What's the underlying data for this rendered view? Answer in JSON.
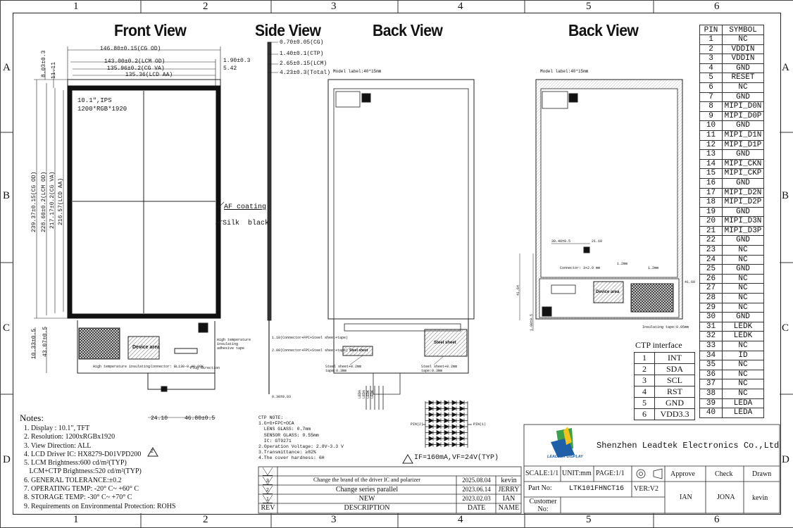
{
  "zones": {
    "columns": [
      "1",
      "2",
      "3",
      "4",
      "5",
      "6"
    ],
    "rows": [
      "A",
      "B",
      "C",
      "D"
    ]
  },
  "views": {
    "front": "Front View",
    "side": "Side View",
    "back1": "Back View",
    "back2": "Back View"
  },
  "front": {
    "dims_top": [
      "146.80±0.15(CG OD)",
      "143.00±0.2(LCM OD)",
      "135.96±0.2(CG VA)",
      "135.36(LCD AA)"
    ],
    "dims_right": [
      "1.90±0.3",
      "5.42"
    ],
    "dims_left_top": [
      "8.03±0.3",
      "11.11"
    ],
    "dims_vertical": [
      "239.37±0.15(CG OD)",
      "228.60±0.2(LCM OD)",
      "217.17±0.2(CG VA)",
      "216.57(LCD AA)"
    ],
    "panel_spec": [
      "10.1\",IPS",
      "1200*RGB*1920"
    ],
    "callouts": [
      "AF coating",
      "Silk  black"
    ],
    "dims_bottom_left": [
      "10.33±0.5",
      "43.07±0.5"
    ],
    "device_area": "Device area",
    "bottom_labels": [
      "High temperature insulating",
      "Connector: BL130-0.40-80K",
      "Plug direction",
      "High temperature insulating adhesive tape"
    ],
    "dims_bottom": [
      "24.10",
      "46.80±0.5"
    ]
  },
  "side": {
    "dims": [
      "0.70±0.05(CG)",
      "1.40±0.1(CTP)",
      "2.65±0.15(LCM)",
      "4.23±0.3(Total)"
    ],
    "small": [
      "1.10(Connector+FPC+Steel sheet+tape)",
      "2.00(Connector+FPC+Steel sheet+tape)",
      "0.30±0.03"
    ]
  },
  "back": {
    "model_label": "Model label:40*15mm",
    "model_label_2": "Model label:40*15mm",
    "steel_sheet": "Steel sheet",
    "steel_sheet_2": "Steel sheet",
    "steel_note": "Steel sheet+0.2mm tape:0.3mm",
    "steel_note_2": "Steel sheet+0.2mm tape:0.3mm",
    "device_area": "Device area",
    "connector": "Connector: 3+2.0 mm",
    "insulating": "Insulating tape:0.05mm",
    "dims": [
      "30.40±0.5",
      "21.10",
      "41.64",
      "1.00±0.5",
      "1.2mm",
      "1.2mm",
      "41.60"
    ]
  },
  "ctp_notes": {
    "title": "CTP NOTE:",
    "lines": [
      "1.G+G+FPC+OCA",
      "  LENS GLASS: 0.7mm",
      "  SENSOR GLASS: 0.55mm",
      "  IC: GT9271",
      "2.Operation Voltage: 2.8V~3.3 V",
      "3.Transmittance: ≥82%",
      "4.The cover hardness: 6H"
    ]
  },
  "led": {
    "pin_labels": [
      "LEDA",
      "LEDA",
      "LEDK",
      "LEDK"
    ],
    "rail_left": "PIN(2)",
    "rail_right": "PIN(1)",
    "spec": "IF=160mA,VF=24V(TYP)"
  },
  "pins": {
    "headers": [
      "PIN",
      "SYMBOL"
    ],
    "rows": [
      [
        "1",
        "NC"
      ],
      [
        "2",
        "VDDIN"
      ],
      [
        "3",
        "VDDIN"
      ],
      [
        "4",
        "GND"
      ],
      [
        "5",
        "RESET"
      ],
      [
        "6",
        "NC"
      ],
      [
        "7",
        "GND"
      ],
      [
        "8",
        "MIPI_D0N"
      ],
      [
        "9",
        "MIPI_D0P"
      ],
      [
        "10",
        "GND"
      ],
      [
        "11",
        "MIPI_D1N"
      ],
      [
        "12",
        "MIPI_D1P"
      ],
      [
        "13",
        "GND"
      ],
      [
        "14",
        "MIPI_CKN"
      ],
      [
        "15",
        "MIPI_CKP"
      ],
      [
        "16",
        "GND"
      ],
      [
        "17",
        "MIPI_D2N"
      ],
      [
        "18",
        "MIPI_D2P"
      ],
      [
        "19",
        "GND"
      ],
      [
        "20",
        "MIPI_D3N"
      ],
      [
        "21",
        "MIPI_D3P"
      ],
      [
        "22",
        "GND"
      ],
      [
        "23",
        "NC"
      ],
      [
        "24",
        "NC"
      ],
      [
        "25",
        "GND"
      ],
      [
        "26",
        "NC"
      ],
      [
        "27",
        "NC"
      ],
      [
        "28",
        "NC"
      ],
      [
        "29",
        "NC"
      ],
      [
        "30",
        "GND"
      ],
      [
        "31",
        "LEDK"
      ],
      [
        "32",
        "LEDK"
      ],
      [
        "33",
        "NC"
      ],
      [
        "34",
        "ID"
      ],
      [
        "35",
        "NC"
      ],
      [
        "36",
        "NC"
      ],
      [
        "37",
        "NC"
      ],
      [
        "38",
        "NC"
      ],
      [
        "39",
        "LEDA"
      ],
      [
        "40",
        "LEDA"
      ]
    ]
  },
  "ctp_interface": {
    "title": "CTP interface",
    "rows": [
      [
        "1",
        "INT"
      ],
      [
        "2",
        "SDA"
      ],
      [
        "3",
        "SCL"
      ],
      [
        "4",
        "RST"
      ],
      [
        "5",
        "GND"
      ],
      [
        "6",
        "VDD3.3"
      ]
    ]
  },
  "notes": {
    "title": "Notes:",
    "lines": [
      "1. Display : 10.1\", TFT",
      "2. Resolution: 1200xRGBx1920",
      "3. View Direction: ALL",
      "4. LCD Driver IC: HX8279-D01VPD200",
      "5. LCM Brightness:600 cd/m²(TYP)",
      "   LCM+CTP Brightness:520 cd/m²(TYP)",
      "6. GENERAL TOLERANCE:±0.2",
      "7. OPERATING TEMP: -20° C~ +60° C",
      "8. STORAGE TEMP: -30° C~ +70° C",
      "9. Requirements on Environmental Protection: ROHS"
    ],
    "rev_mark": "2"
  },
  "revisions": {
    "rows": [
      {
        "rev": "3",
        "desc": "Change the brand of the driver IC and polarizer",
        "date": "2025.08.04",
        "name": "kevin"
      },
      {
        "rev": "2",
        "desc": "Change series parallel",
        "date": "2023.06.14",
        "name": "JERRY"
      },
      {
        "rev": "1",
        "desc": "NEW",
        "date": "2023.02.03",
        "name": "IAN"
      }
    ],
    "headers": {
      "rev": "REV",
      "desc": "DESCRIPTION",
      "date": "DATE",
      "name": "NAME"
    }
  },
  "company": {
    "logo_text": "LEADTEK DISPLAY",
    "name": "Shenzhen Leadtek Electronics Co.,Ltd",
    "scale": "SCALE:1/1",
    "unit": "UNIT:mm",
    "page": "PAGE:1/1",
    "part_label": "Part No:",
    "part_no": "LTK101FHNCT16",
    "ver": "VER:V2",
    "customer_label": "Customer No:",
    "approve": "Approve",
    "check": "Check",
    "drawn": "Drawn",
    "approver": "IAN",
    "checker": "JONA",
    "drawer": "kevin"
  },
  "colors": {
    "line": "#222222",
    "hatch": "#777777",
    "logo_blue": "#1f5fa8",
    "logo_green": "#3aa04a"
  }
}
